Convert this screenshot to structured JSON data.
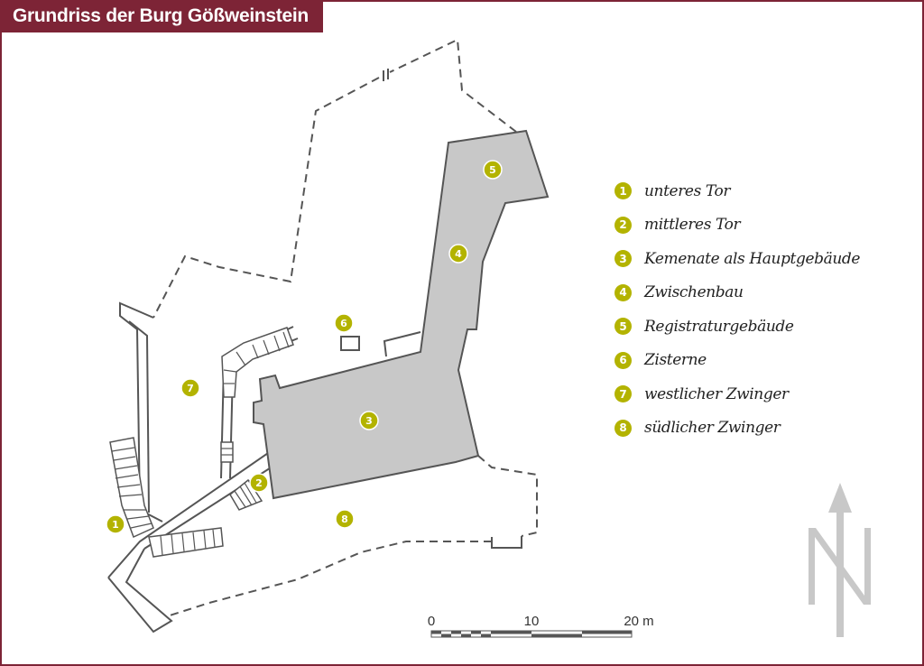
{
  "title": "Grundriss der Burg Gößweinstein",
  "legend": [
    {
      "num": "1",
      "label": "unteres Tor"
    },
    {
      "num": "2",
      "label": "mittleres Tor"
    },
    {
      "num": "3",
      "label": "Kemenate als Hauptgebäude"
    },
    {
      "num": "4",
      "label": "Zwischenbau"
    },
    {
      "num": "5",
      "label": "Registraturgebäude"
    },
    {
      "num": "6",
      "label": "Zisterne"
    },
    {
      "num": "7",
      "label": "westlicher Zwinger"
    },
    {
      "num": "8",
      "label": "südlicher Zwinger"
    }
  ],
  "scale": {
    "t0": "0",
    "t10": "10",
    "t20": "20 m"
  },
  "colors": {
    "frame": "#7d2436",
    "badge": "#b3b300",
    "building": "#c8c8c8"
  }
}
